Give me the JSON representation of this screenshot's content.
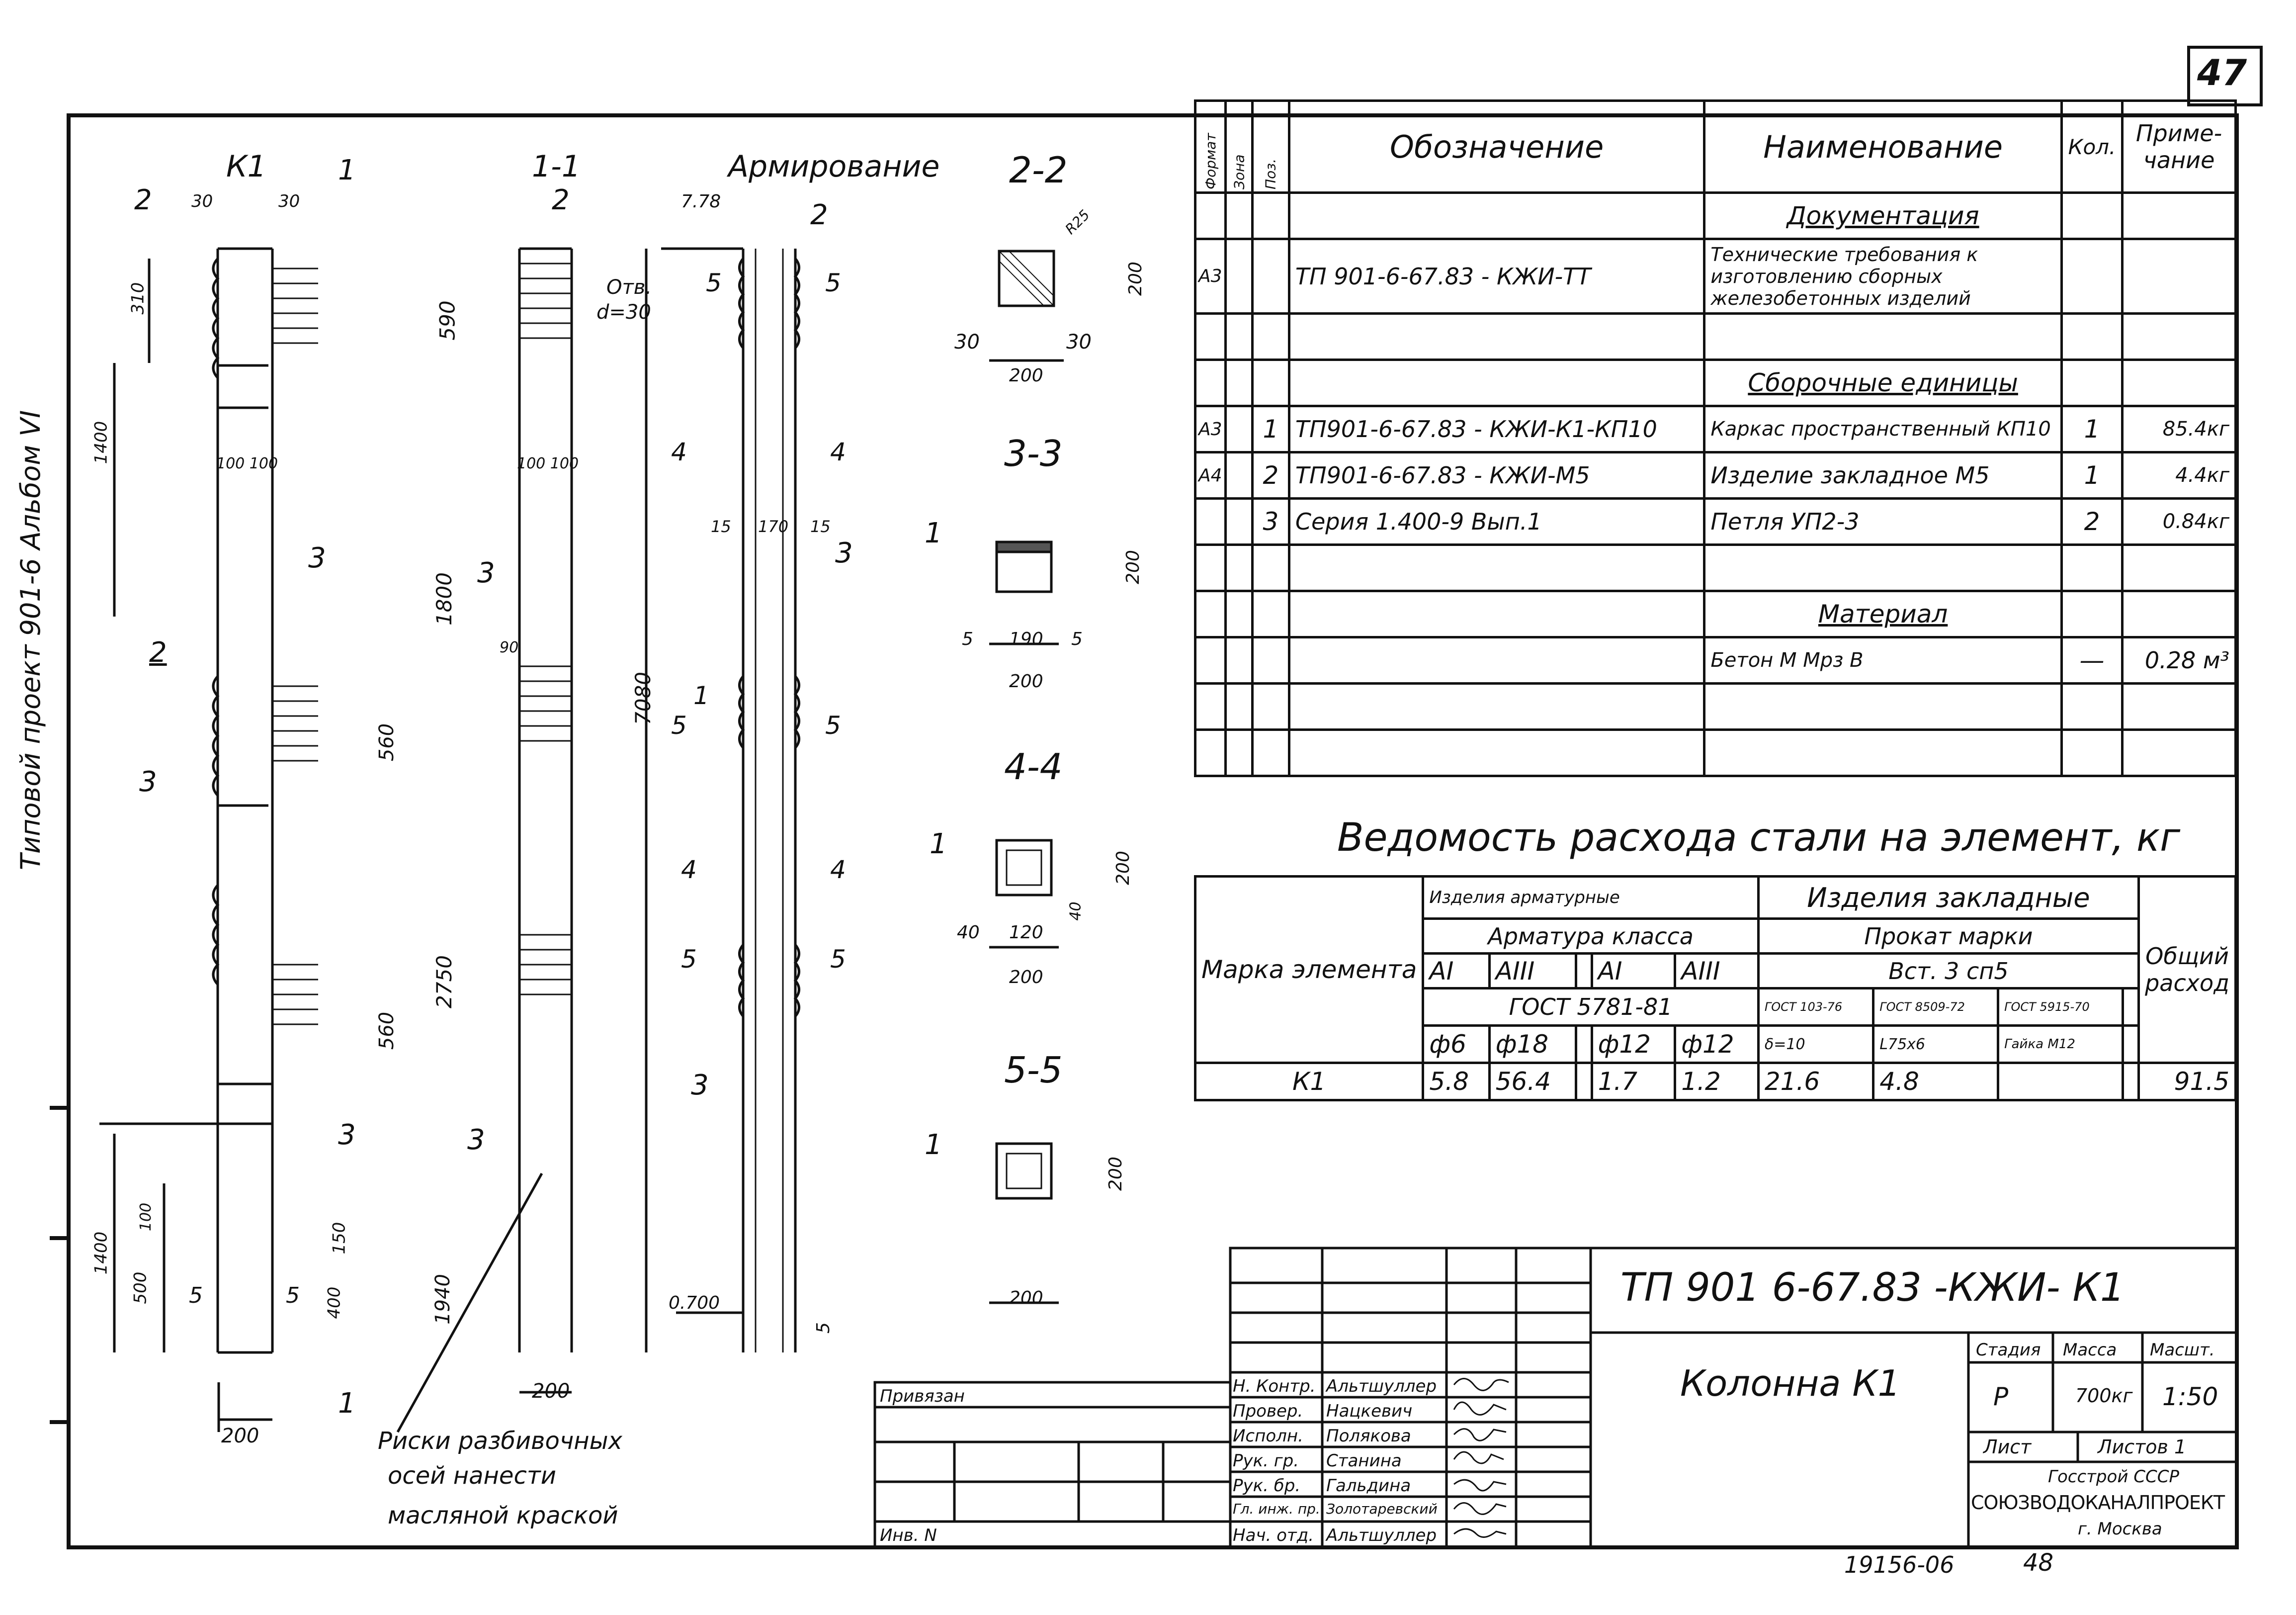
{
  "sheet_number": "47",
  "left_margin_text": "Типовой проект 901-6 Альбом VI",
  "bottom_stamp": "19156-06",
  "bottom_page": "48",
  "drawing": {
    "view_k1_title": "К1",
    "view_11_title": "1-1",
    "view_arm_title": "Армирование",
    "sec_22_title": "2-2",
    "sec_33_title": "3-3",
    "sec_44_title": "4-4",
    "sec_55_title": "5-5",
    "note_line1": "Риски разбивочных",
    "note_line2": "осей нанести",
    "note_line3": "масляной краской",
    "hole_note1": "Отв.",
    "hole_note2": "d=30",
    "elev_top": "7.78",
    "elev_bottom": "0.700",
    "dims": {
      "d30a": "30",
      "d30b": "30",
      "d310": "310",
      "d590": "590",
      "d1400": "1400",
      "d1800": "1800",
      "d560a": "560",
      "d7080": "7080",
      "d2750": "2750",
      "d560b": "560",
      "d1400b": "1400",
      "d500": "500",
      "d400": "400",
      "d100": "100",
      "d150": "150",
      "d1940": "1940",
      "d200a": "200",
      "d200b": "200",
      "d90": "90",
      "d100100": "100 100",
      "d15a": "15",
      "d170": "170",
      "d15b": "15",
      "d5": "5",
      "s22_30a": "30",
      "s22_30b": "30",
      "s22_200w": "200",
      "s22_200h": "200",
      "s22_r": "R25",
      "s33_5a": "5",
      "s33_190": "190",
      "s33_5b": "5",
      "s33_200w": "200",
      "s33_200h": "200",
      "s44_40a": "40",
      "s44_120": "120",
      "s44_40b": "40",
      "s44_200w": "200",
      "s44_200h": "200",
      "s55_200w": "200",
      "s55_200h": "200"
    },
    "markers": {
      "m1": "1",
      "m2": "2",
      "m3": "3",
      "m4": "4",
      "m5": "5"
    }
  },
  "spec": {
    "headers": {
      "format": "Формат",
      "zone": "Зона",
      "pos": "Поз.",
      "designation": "Обозначение",
      "name": "Наименование",
      "qty": "Кол.",
      "note": "Приме-чание"
    },
    "section_docs": "Документация",
    "section_units": "Сборочные единицы",
    "section_material": "Материал",
    "rows": [
      {
        "format": "A3",
        "pos": "",
        "designation": "ТП 901-6-67.83 - КЖИ-ТТ",
        "name": "Технические требования к изготовлению сборных железобетонных изделий",
        "qty": "",
        "note": ""
      },
      {
        "format": "A3",
        "pos": "1",
        "designation": "ТП901-6-67.83 - КЖИ-К1-КП10",
        "name": "Каркас пространственный КП10",
        "qty": "1",
        "note": "85.4кг"
      },
      {
        "format": "A4",
        "pos": "2",
        "designation": "ТП901-6-67.83 - КЖИ-М5",
        "name": "Изделие закладное М5",
        "qty": "1",
        "note": "4.4кг"
      },
      {
        "format": "",
        "pos": "3",
        "designation": "Серия 1.400-9 Вып.1",
        "name": "Петля УП2-3",
        "qty": "2",
        "note": "0.84кг"
      }
    ],
    "material_name": "Бетон М     Мрз     В",
    "material_qty": "—",
    "material_note": "0.28 м³"
  },
  "steel": {
    "title": "Ведомость расхода стали на элемент, кг",
    "col_mark": "Марка элемента",
    "group_arm": "Изделия арматурные",
    "group_emb": "Изделия закладные",
    "col_total": "Общий расход",
    "armatura": "Арматура класса",
    "prokat": "Прокат марки",
    "prokat_mark": "Вст. 3 сп5",
    "cls": [
      "AI",
      "AIII",
      "AI",
      "AIII"
    ],
    "gost": "ГОСТ 5781-81",
    "gost_a": "ГОСТ 103-76",
    "gost_b": "ГОСТ 8509-72",
    "gost_c": "ГОСТ 5915-70",
    "diam": [
      "ф6",
      "ф18",
      "ф12",
      "ф12"
    ],
    "pro": [
      "δ=10",
      "L75x6",
      "Гайка М12"
    ],
    "row": {
      "mark": "К1",
      "v1": "5.8",
      "v2": "56.4",
      "v3": "1.7",
      "v4": "1.2",
      "v5": "21.6",
      "v6": "4.8",
      "total": "91.5"
    }
  },
  "title_block": {
    "code": "ТП 901 6-67.83 -КЖИ- К1",
    "name": "Колонна К1",
    "stage_label": "Стадия",
    "mass_label": "Масса",
    "scale_label": "Масшт.",
    "stage": "Р",
    "mass": "700кг",
    "scale": "1:50",
    "sheet_label": "Лист",
    "sheets_label": "Листов 1",
    "org1": "Госстрой СССР",
    "org2": "СОЮЗВОДОКАНАЛПРОЕКТ",
    "org3": "г. Москва",
    "privyazan": "Привязан",
    "inv": "Инв. N",
    "roles": [
      {
        "role": "Н. Контр.",
        "person": "Альтшуллер"
      },
      {
        "role": "Провер.",
        "person": "Нацкевич"
      },
      {
        "role": "Исполн.",
        "person": "Полякова"
      },
      {
        "role": "Рук. гр.",
        "person": "Станина"
      },
      {
        "role": "Рук. бр.",
        "person": "Гальдина"
      },
      {
        "role": "Гл. инж. пр.",
        "person": "Золотаревский"
      },
      {
        "role": "Нач. отд.",
        "person": "Альтшуллер"
      }
    ]
  }
}
